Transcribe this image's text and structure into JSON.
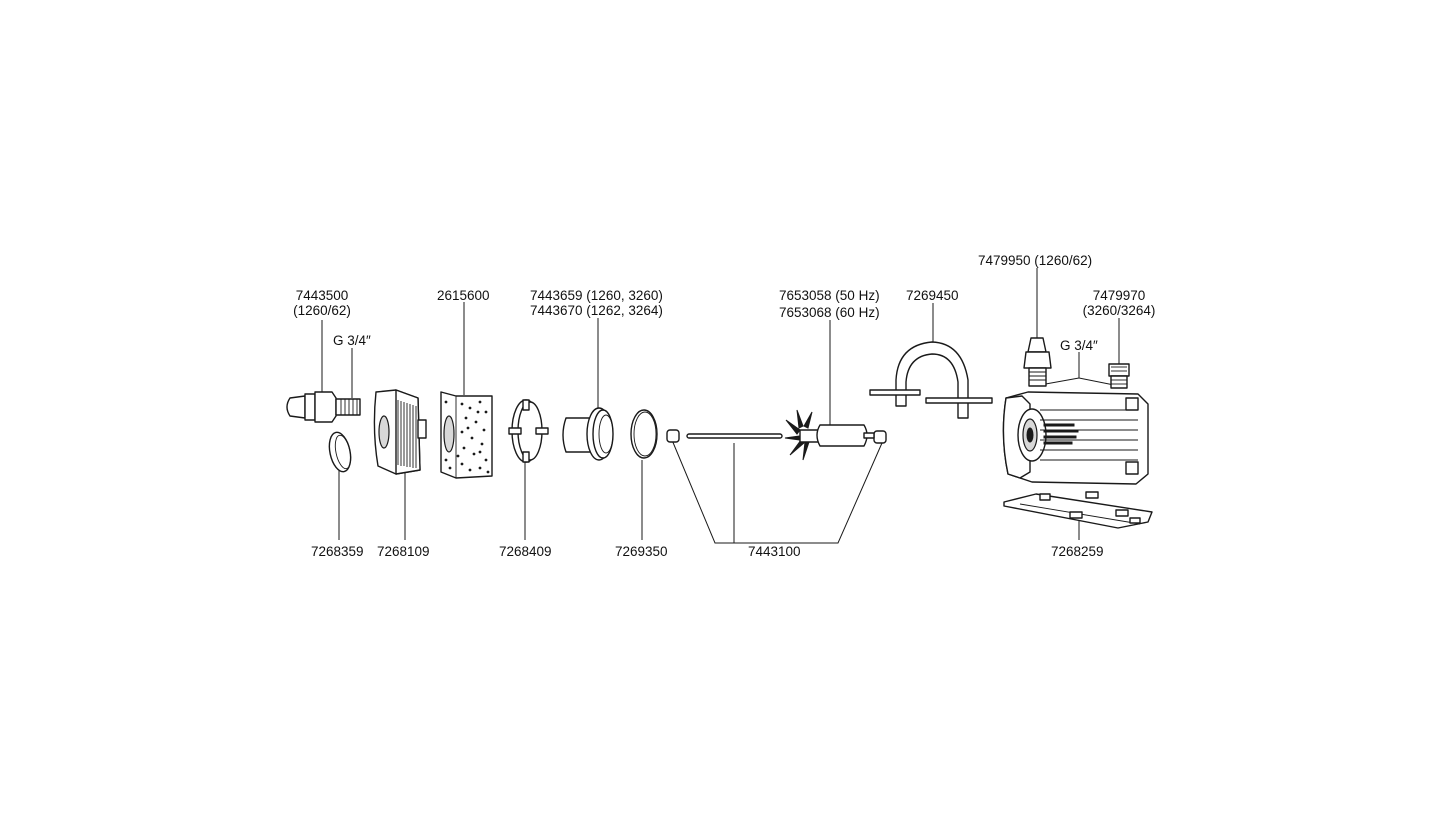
{
  "labels": {
    "p7443500": "7443500",
    "p7443500_note": "(1260/62)",
    "thread_left": "G 3/4″",
    "p2615600": "2615600",
    "p7443659": "7443659 (1260, 3260)",
    "p7443670": "7443670 (1262, 3264)",
    "p7653058": "7653058 (50 Hz)",
    "p7653068": "7653068 (60 Hz)",
    "p7269450": "7269450",
    "p7479950": "7479950 (1260/62)",
    "thread_right": "G 3/4″",
    "p7479970": "7479970",
    "p7479970_note": "(3260/3264)",
    "p7268359": "7268359",
    "p7268109": "7268109",
    "p7268409": "7268409",
    "p7269350": "7269350",
    "p7443100": "7443100",
    "p7268259": "7268259"
  }
}
